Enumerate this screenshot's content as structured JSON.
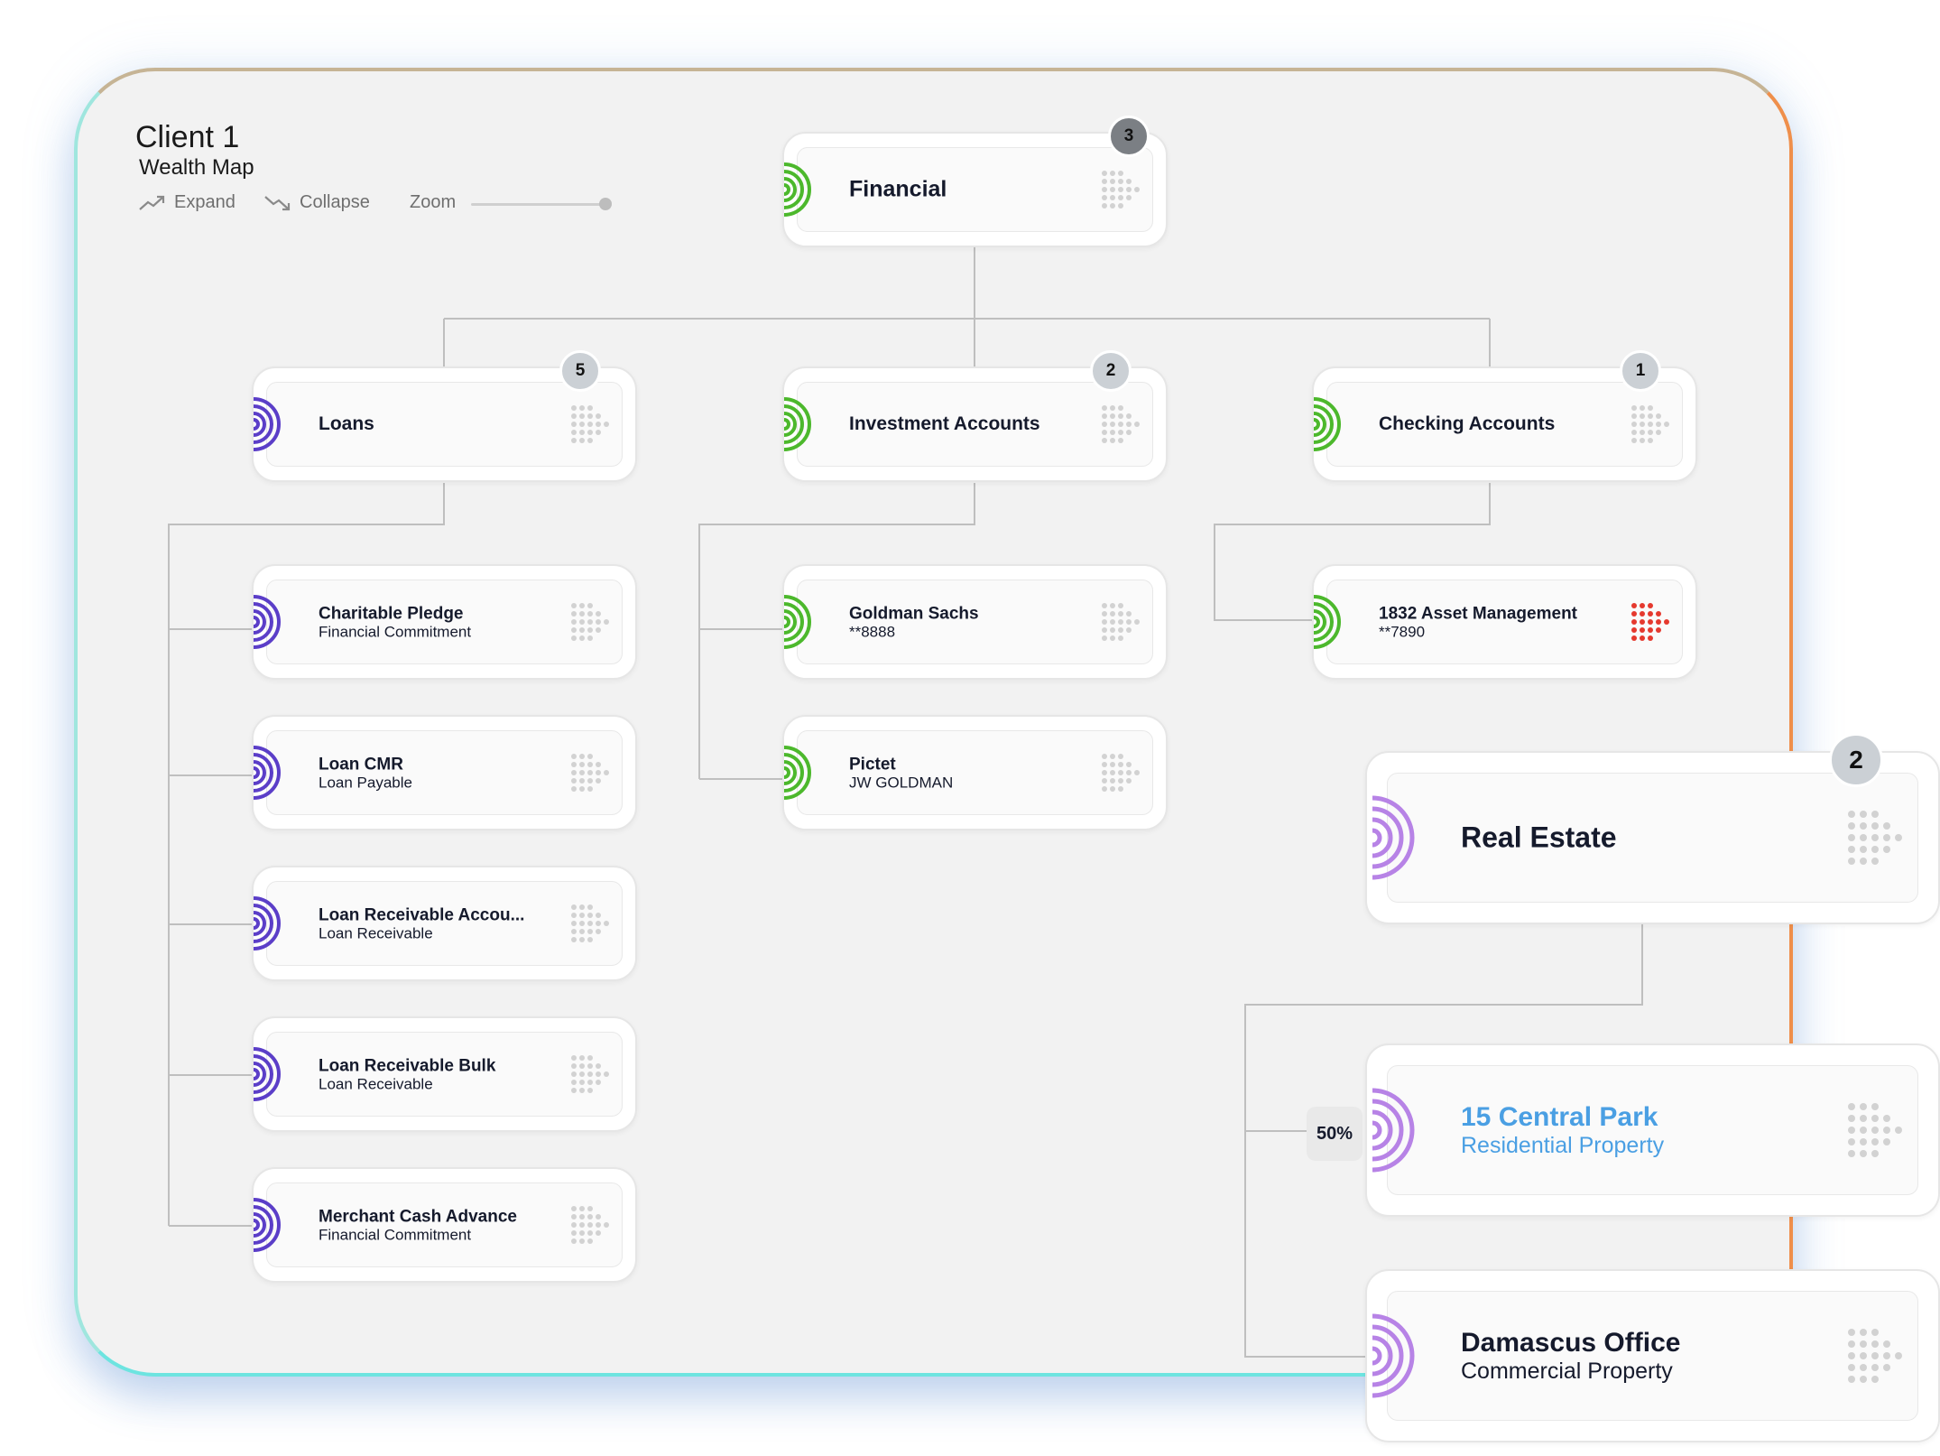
{
  "header": {
    "title": "Client 1",
    "subtitle": "Wealth Map",
    "expand_label": "Expand",
    "collapse_label": "Collapse",
    "zoom_label": "Zoom",
    "zoom_level": 1.0
  },
  "colors": {
    "financial_green": "#4cb82c",
    "loans_purple": "#5b3ec8",
    "real_estate_lilac": "#b783e6",
    "link_blue": "#4a9fe3",
    "alert_red": "#e5392e",
    "connector": "#bfbfbf"
  },
  "nodes": {
    "financial": {
      "name": "Financial",
      "badge": "3",
      "icon": "radar-arcs-icon"
    },
    "loans": {
      "name": "Loans",
      "badge": "5",
      "icon": "radar-arcs-icon"
    },
    "investment": {
      "name": "Investment Accounts",
      "badge": "2",
      "icon": "radar-arcs-icon"
    },
    "checking": {
      "name": "Checking Accounts",
      "badge": "1",
      "icon": "radar-arcs-icon"
    },
    "charitable": {
      "name": "Charitable Pledge",
      "sub": "Financial Commitment"
    },
    "loancmr": {
      "name": "Loan CMR",
      "sub": "Loan Payable"
    },
    "loanrecv": {
      "name": "Loan Receivable Accou...",
      "sub": "Loan Receivable"
    },
    "loanbulk": {
      "name": "Loan Receivable Bulk",
      "sub": "Loan Receivable"
    },
    "merchant": {
      "name": "Merchant Cash Advance",
      "sub": "Financial Commitment"
    },
    "goldman": {
      "name": "Goldman Sachs",
      "sub": "**8888"
    },
    "pictet": {
      "name": "Pictet",
      "sub": "JW GOLDMAN"
    },
    "asset1832": {
      "name": "1832 Asset Management",
      "sub": "**7890"
    },
    "realestate": {
      "name": "Real Estate",
      "badge": "2"
    },
    "centralpark": {
      "name": "15 Central Park",
      "sub": "Residential Property",
      "ownership": "50%"
    },
    "damascus": {
      "name": "Damascus Office",
      "sub": "Commercial Property"
    }
  }
}
